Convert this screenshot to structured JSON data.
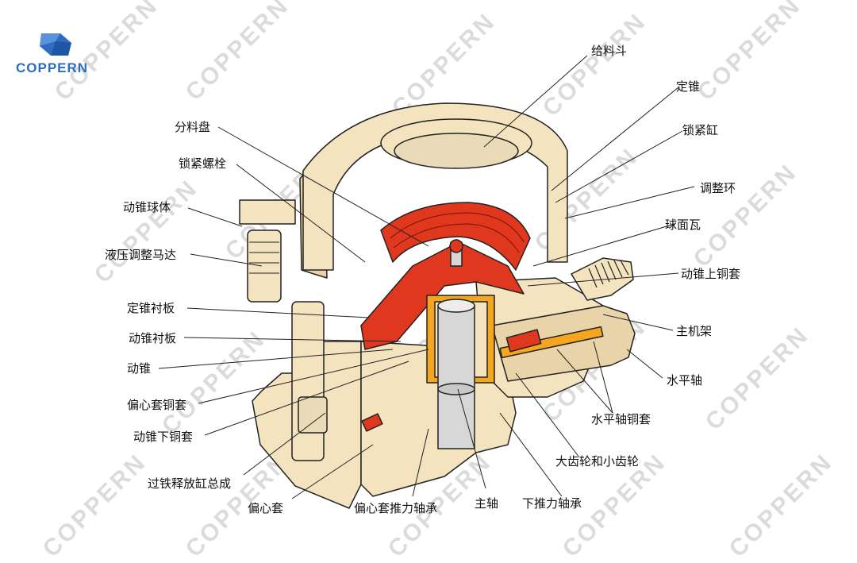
{
  "logo": {
    "text": "COPPERN",
    "color": "#2d6cc0"
  },
  "watermark": "COPPERN",
  "colors": {
    "body": "#f3e3bf",
    "liner": "#e0371f",
    "outline": "#222222",
    "shaft": "#d7d7d7"
  },
  "labels": {
    "feed_hopper": "给料斗",
    "fixed_cone": "定锥",
    "lock_cylinder": "锁紧缸",
    "adjust_ring": "调整环",
    "spherical_bearing": "球面瓦",
    "moving_cone_upper_bushing": "动锥上铜套",
    "main_frame": "主机架",
    "horizontal_shaft": "水平轴",
    "horizontal_shaft_bushing": "水平轴铜套",
    "gears": "大齿轮和小齿轮",
    "lower_thrust_bearing": "下推力轴承",
    "main_shaft": "主轴",
    "eccentric_thrust_bearing": "偏心套推力轴承",
    "eccentric_sleeve": "偏心套",
    "tramp_release_cylinder": "过铁释放缸总成",
    "moving_cone_lower_bushing": "动锥下铜套",
    "eccentric_bushing": "偏心套铜套",
    "moving_cone": "动锥",
    "mantle": "动锥衬板",
    "concave": "定锥衬板",
    "hydraulic_motor": "液压调整马达",
    "cone_ball": "动锥球体",
    "lock_bolt": "锁紧螺栓",
    "distribution_plate": "分料盘"
  }
}
